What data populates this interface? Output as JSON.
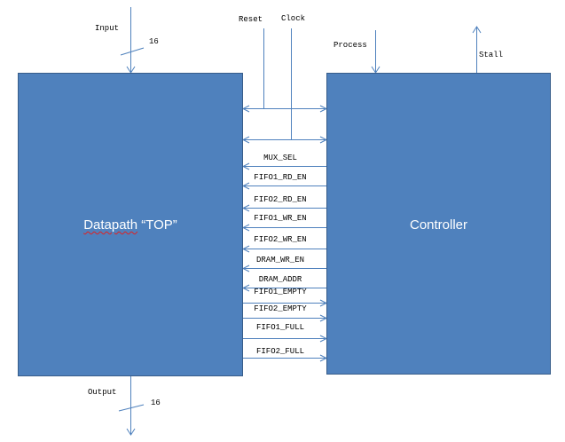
{
  "blocks": {
    "datapath": {
      "name": "Datapath",
      "suffix": " “TOP”"
    },
    "controller": {
      "name": "Controller"
    }
  },
  "ports": {
    "input": "Input",
    "input_width": "16",
    "output": "Output",
    "output_width": "16",
    "reset": "Reset",
    "clock": "Clock",
    "process": "Process",
    "stall": "Stall"
  },
  "signals": [
    {
      "label": "MUX_SEL",
      "direction": "to-datapath"
    },
    {
      "label": "FIFO1_RD_EN",
      "direction": "to-datapath"
    },
    {
      "label": "FIFO2_RD_EN",
      "direction": "to-datapath"
    },
    {
      "label": "FIFO1_WR_EN",
      "direction": "to-datapath"
    },
    {
      "label": "FIFO2_WR_EN",
      "direction": "to-datapath"
    },
    {
      "label": "DRAM_WR_EN",
      "direction": "to-datapath"
    },
    {
      "label": "DRAM_ADDR",
      "direction": "to-datapath"
    },
    {
      "label": "FIFO1_EMPTY",
      "direction": "to-controller"
    },
    {
      "label": "FIFO2_EMPTY",
      "direction": "to-controller"
    },
    {
      "label": "FIFO1_FULL",
      "direction": "to-controller"
    },
    {
      "label": "FIFO2_FULL",
      "direction": "to-controller"
    }
  ],
  "colors": {
    "block_fill": "#4f81bd",
    "block_border": "#385d8a",
    "wire": "#4f81bd",
    "text": "#000000"
  }
}
